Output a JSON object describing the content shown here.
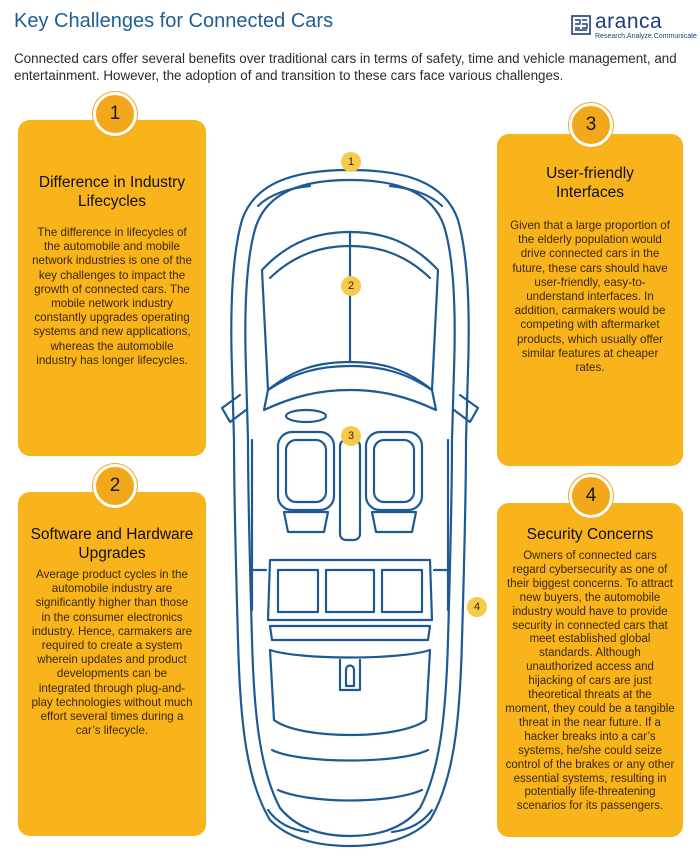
{
  "header": {
    "title": "Key Challenges for Connected Cars",
    "logo_word": "aranca",
    "logo_tagline": "Research.Analyze.Communicate",
    "brand_color": "#1c5e95"
  },
  "intro": "Connected cars offer several benefits over traditional cars in terms of safety, time and vehicle management, and entertainment. However, the adoption of and transition to these cars face various challenges.",
  "cards": [
    {
      "number": "1",
      "title": "Difference in Industry Lifecycles",
      "body": "The difference in lifecycles of the automobile and mobile network industries is one of the key challenges to impact the growth of connected cars. The mobile network industry constantly upgrades operating systems and new applications, whereas the automobile industry has longer lifecycles."
    },
    {
      "number": "2",
      "title": "Software and Hardware Upgrades",
      "body": "Average product cycles in the automobile industry are significantly higher than those in the consumer electronics industry. Hence, carmakers are required to create a system wherein updates and product developments can be integrated through plug-and-play technologies without much effort several times during a car’s lifecycle."
    },
    {
      "number": "3",
      "title": "User-friendly Interfaces",
      "body": "Given that a large proportion of the elderly population would drive connected cars in the future, these cars should have user-friendly, easy-to-understand interfaces. In addition, carmakers would be competing with aftermarket products, which usually offer similar features at cheaper rates."
    },
    {
      "number": "4",
      "title": "Security Concerns",
      "body": "Owners of connected cars regard cybersecurity as one of their biggest concerns. To attract new buyers, the automobile industry would have to provide security in connected cars that meet established global standards. Although unauthorized access and hijacking of cars are just theoretical threats at the moment, they could be a tangible threat in the near future. If a hacker breaks into a car’s systems, he/she could seize control of the brakes or any other essential systems, resulting in potentially life-threatening scenarios for its passengers."
    }
  ],
  "car_markers": [
    "1",
    "2",
    "3",
    "4"
  ],
  "colors": {
    "card": "#f9b31b",
    "badge": "#f3a81c",
    "car_outline": "#1d5a94",
    "marker": "#f7c948"
  }
}
